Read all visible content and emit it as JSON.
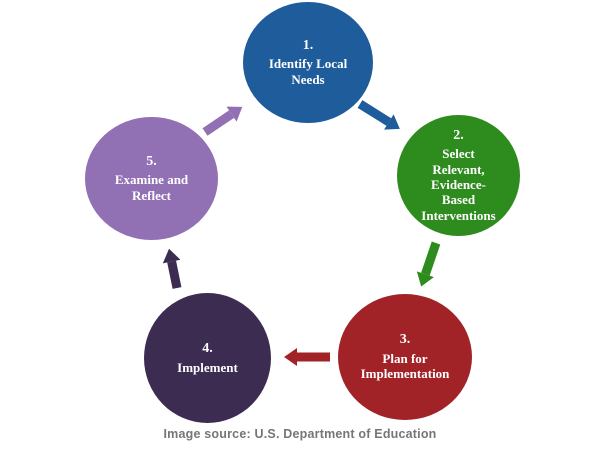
{
  "page": {
    "background_color": "#ffffff"
  },
  "caption": {
    "text": "Image source: U.S. Department of Education",
    "color": "#767676"
  },
  "diagram": {
    "type": "cycle",
    "description": "Five-step continuous improvement cycle, steps flow 1 to 2 to 3 to 4 to 5 and back to 1",
    "steps": [
      {
        "number": "1.",
        "label": "Identify Local\nNeeds",
        "color": "#1E5C9B",
        "text_color": "#ffffff"
      },
      {
        "number": "2.",
        "label": "Select\nRelevant,\nEvidence-\nBased\nInterventions",
        "color": "#2E8B1E",
        "text_color": "#ffffff"
      },
      {
        "number": "3.",
        "label": "Plan for\nImplementation",
        "color": "#A12327",
        "text_color": "#ffffff"
      },
      {
        "number": "4.",
        "label": "Implement",
        "color": "#3C2C52",
        "text_color": "#ffffff"
      },
      {
        "number": "5.",
        "label": "Examine and\nReflect",
        "color": "#9170B4",
        "text_color": "#ffffff"
      }
    ],
    "arrows": [
      {
        "from": "1",
        "to": "2",
        "color": "#1E5C9B"
      },
      {
        "from": "2",
        "to": "3",
        "color": "#2E8B1E"
      },
      {
        "from": "3",
        "to": "4",
        "color": "#A12327"
      },
      {
        "from": "4",
        "to": "5",
        "color": "#3C2C52"
      },
      {
        "from": "5",
        "to": "1",
        "color": "#9170B4"
      }
    ]
  }
}
